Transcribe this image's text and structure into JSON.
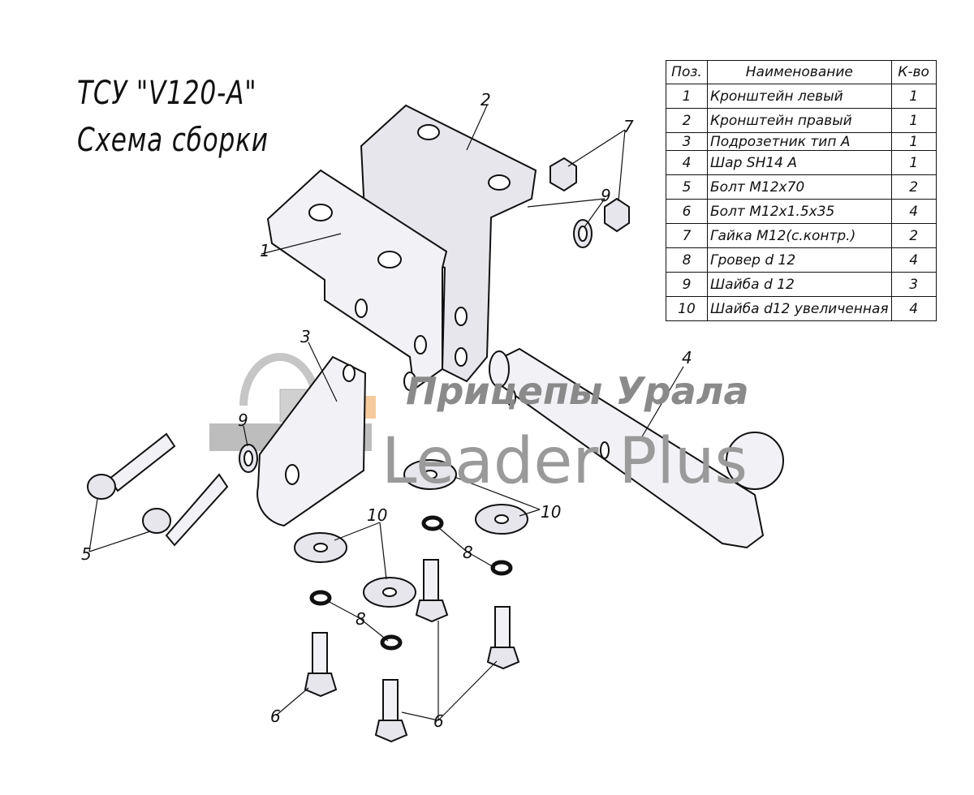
{
  "title": {
    "line1": "ТСУ \"V120-A\"",
    "line2": "Схема сборки"
  },
  "table": {
    "headers": [
      "Поз.",
      "Наименование",
      "К-во"
    ],
    "rows": [
      [
        "1",
        "Кронштейн левый",
        "1"
      ],
      [
        "2",
        "Кронштейн правый",
        "1"
      ],
      [
        "3",
        "Подрозетник тип А",
        "1"
      ],
      [
        "4",
        "Шар SH14 A",
        "1"
      ],
      [
        "5",
        "Болт М12х70",
        "2"
      ],
      [
        "6",
        "Болт М12х1.5х35",
        "4"
      ],
      [
        "7",
        "Гайка М12(с.контр.)",
        "2"
      ],
      [
        "8",
        "Гровер d 12",
        "4"
      ],
      [
        "9",
        "Шайба d 12",
        "3"
      ],
      [
        "10",
        "Шайба d12 увеличенная",
        "4"
      ]
    ]
  },
  "callouts": [
    "1",
    "2",
    "3",
    "4",
    "5",
    "6",
    "6",
    "7",
    "8",
    "8",
    "9",
    "9",
    "10",
    "10"
  ],
  "watermark": {
    "line1": "Прицепы Урала",
    "line2": "Leader Plus",
    "accent": "#f0a050"
  }
}
